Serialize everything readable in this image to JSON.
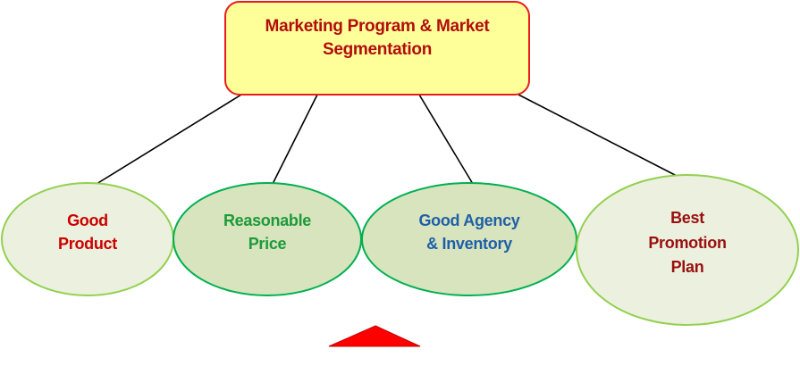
{
  "title_box": {
    "lines": [
      "Marketing Program & Market",
      "Segmentation"
    ],
    "fill": "#ffff99",
    "stroke": "#e81c1c",
    "text_color": "#b10d0d"
  },
  "nodes": [
    {
      "id": "good-product",
      "lines": [
        "Good",
        "Product"
      ],
      "text_color": "#cc0000",
      "fill": "#ebf1de",
      "stroke": "#92d050"
    },
    {
      "id": "reasonable-price",
      "lines": [
        "Reasonable",
        "Price"
      ],
      "text_color": "#1d9a3a",
      "fill": "#d7e4bd",
      "stroke": "#00b050"
    },
    {
      "id": "good-agency-inventory",
      "lines": [
        "Good Agency",
        "& Inventory"
      ],
      "text_color": "#1f5fa8",
      "fill": "#d7e4bd",
      "stroke": "#00b050"
    },
    {
      "id": "best-promotion-plan",
      "lines": [
        "Best",
        "Promotion",
        "Plan"
      ],
      "text_color": "#9a0f0f",
      "fill": "#ebf1de",
      "stroke": "#92d050"
    }
  ],
  "connector_color": "#000000",
  "marker": {
    "shape": "triangle",
    "fill": "#ff0000",
    "stroke": "#c00000"
  }
}
